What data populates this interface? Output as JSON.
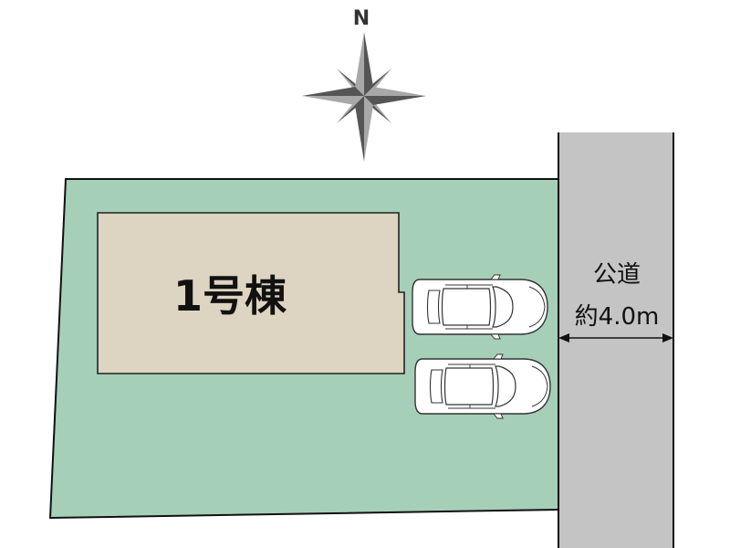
{
  "compass": {
    "north_label": "N",
    "icon": "compass-rose"
  },
  "building": {
    "label": "1号棟"
  },
  "road": {
    "name": "公道",
    "width_text": "約4.0m"
  },
  "parking": {
    "car_count": 2,
    "icon": "car-top-view"
  },
  "colors": {
    "lot": "#a6cfb8",
    "building": "#ddd4c1",
    "road": "#c4c4c4",
    "outline": "#111111",
    "compass_dark": "#555555",
    "compass_light": "#a8a8a8"
  }
}
